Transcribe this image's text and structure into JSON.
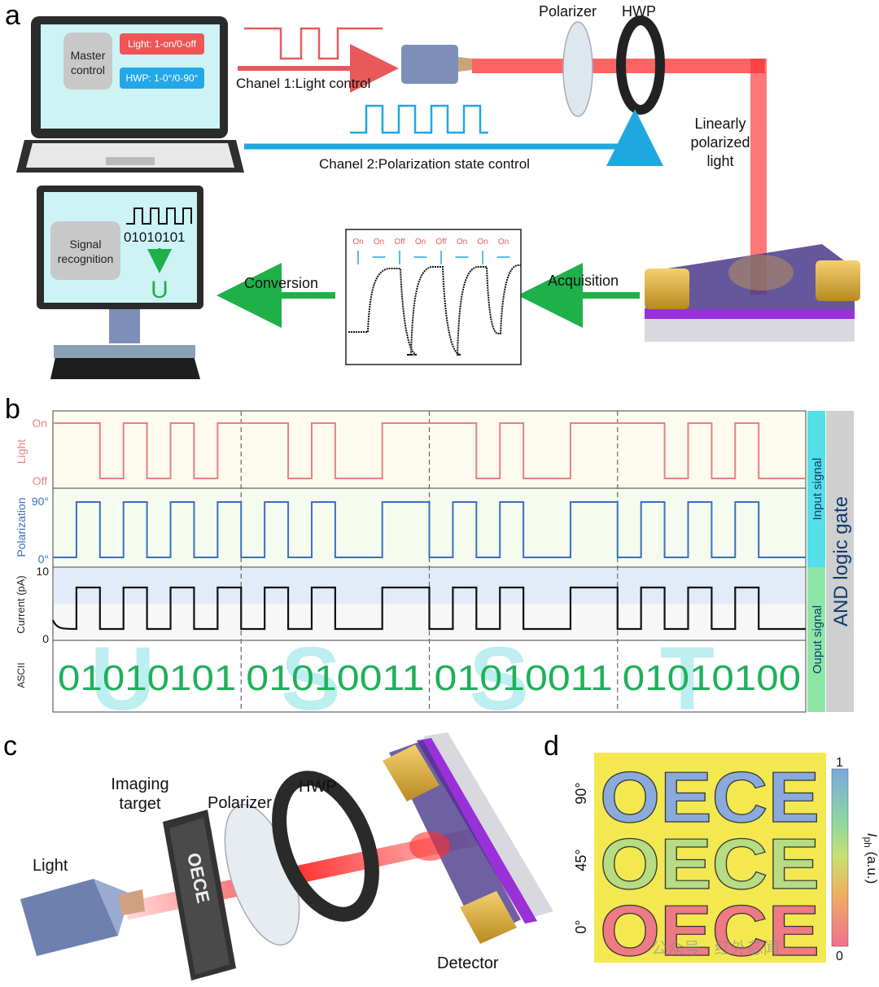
{
  "panels": {
    "a": "a",
    "b": "b",
    "c": "c",
    "d": "d"
  },
  "panel_a": {
    "master_control": "Master control",
    "master_control_lines": [
      "Master",
      "control"
    ],
    "light_button": "Light: 1-on/0-off",
    "hwp_button": "HWP: 1-0°/0-90°",
    "channel1": "Chanel 1:Light control",
    "channel2": "Chanel 2:Polarization state control",
    "polarizer": "Polarizer",
    "hwp": "HWP",
    "linearly_polarized": [
      "Linearly",
      "polarized",
      "light"
    ],
    "signal_recognition": [
      "Signal",
      "recognition"
    ],
    "binary": "01010101",
    "decoded_letter": "U",
    "conversion": "Conversion",
    "acquisition": "Acquisition",
    "inset_states": [
      "On",
      "On",
      "Off",
      "On",
      "Off",
      "On",
      "On",
      "On"
    ],
    "inset_arrows": [
      "vertical",
      "horizontal",
      "vertical",
      "horizontal",
      "vertical",
      "horizontal",
      "vertical",
      "horizontal"
    ]
  },
  "panel_b": {
    "light_label": "Light",
    "light_on": "On",
    "light_off": "Off",
    "polarization_label": "Polarization",
    "pol_90": "90°",
    "pol_0": "0°",
    "current_label": "Current (pA)",
    "current_max": "10",
    "current_min": "0",
    "ascii_label": "ASCII",
    "input_signal": "Input signal",
    "output_signal": "Ouput signal",
    "and_gate": "AND logic gate",
    "codes": [
      "01010101",
      "01010011",
      "01010011",
      "01010100"
    ],
    "letters": [
      "U",
      "S",
      "S",
      "T"
    ],
    "colors": {
      "light": "#e88080",
      "polarization": "#3a6fc0",
      "ascii": "#1fb05a",
      "letters": "#bdeef0"
    }
  },
  "panel_c": {
    "light": "Light",
    "imaging_target": [
      "Imaging",
      "target"
    ],
    "polarizer": "Polarizer",
    "hwp": "HWP",
    "detector": "Detector"
  },
  "panel_d": {
    "rows": [
      "OECE",
      "OECE",
      "OECE"
    ],
    "angles": [
      "90°",
      "45°",
      "0°"
    ],
    "colorbar_max": "1",
    "colorbar_min": "0",
    "colorbar_label": "Iph (a.u.)",
    "colorbar_label_main": "I",
    "colorbar_label_sub": "ph",
    "colorbar_label_unit": " (a.u.)",
    "watermark": "公众号 · 红外芯闻"
  }
}
